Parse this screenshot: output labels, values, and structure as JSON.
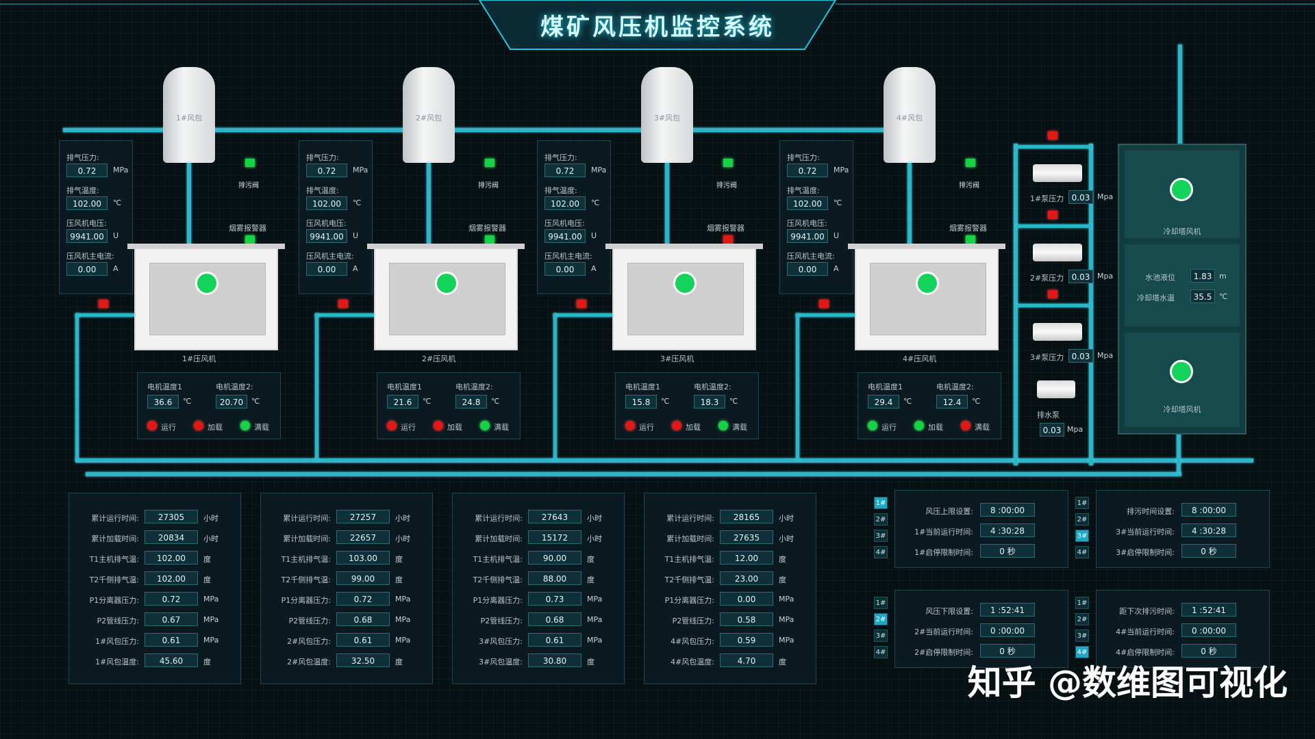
{
  "title": "煤矿风压机监控系统",
  "colors": {
    "accent": "#2bb7c9",
    "alarm_red": "#e01818",
    "ok_green": "#18d246"
  },
  "units": {
    "mpa": "MPa",
    "c": "℃",
    "u": "U",
    "a": "A",
    "hour": "小时",
    "deg": "度",
    "m": "m",
    "mpa_small": "Mpa"
  },
  "labels": {
    "exhaust_pressure": "排气压力:",
    "exhaust_temp": "排气温度:",
    "voltage": "压风机电压:",
    "current": "压风机主电流:",
    "drain_valve": "排污阀",
    "smoke_alarm": "烟雾报警器",
    "motor_temp1": "电机温度1",
    "motor_temp2": "电机温度2:",
    "run": "运行",
    "load": "加载",
    "full": "满载"
  },
  "units_list": [
    {
      "tank": "1#风包",
      "machine": "1#压风机",
      "pressure": "0.72",
      "temp": "102.00",
      "voltage": "9941.00",
      "current": "0.00",
      "smoke": "green",
      "motor_t1": "36.6",
      "motor_t2": "20.70",
      "status": [
        "red",
        "red",
        "green"
      ]
    },
    {
      "tank": "2#风包",
      "machine": "2#压风机",
      "pressure": "0.72",
      "temp": "102.00",
      "voltage": "9941.00",
      "current": "0.00",
      "smoke": "green",
      "motor_t1": "21.6",
      "motor_t2": "24.8",
      "status": [
        "red",
        "red",
        "green"
      ]
    },
    {
      "tank": "3#风包",
      "machine": "3#压风机",
      "pressure": "0.72",
      "temp": "102.00",
      "voltage": "9941.00",
      "current": "0.00",
      "smoke": "red",
      "motor_t1": "15.8",
      "motor_t2": "18.3",
      "status": [
        "red",
        "red",
        "green"
      ]
    },
    {
      "tank": "4#风包",
      "machine": "4#压风机",
      "pressure": "0.72",
      "temp": "102.00",
      "voltage": "9941.00",
      "current": "0.00",
      "smoke": "green",
      "motor_t1": "29.4",
      "motor_t2": "12.4",
      "status": [
        "green",
        "green",
        "red"
      ]
    }
  ],
  "pumps": [
    {
      "label": "1#泵压力",
      "value": "0.03"
    },
    {
      "label": "2#泵压力",
      "value": "0.03"
    },
    {
      "label": "3#泵压力",
      "value": "0.03"
    },
    {
      "label": "排水泵",
      "value": "0.03"
    }
  ],
  "cooling": {
    "fan_label": "冷却塔风机",
    "pool_level_label": "水池液位",
    "pool_level": "1.83",
    "water_temp_label": "冷却塔水温",
    "water_temp": "35.5"
  },
  "stats_labels": [
    "累计运行时间:",
    "累计加载时间:",
    "T1主机排气温:",
    "T2千侧排气温:",
    "P1分离器压力:",
    "P2管线压力:",
    "#风包压力:",
    "#风包温度:"
  ],
  "stats_units": [
    "小时",
    "小时",
    "度",
    "度",
    "MPa",
    "MPa",
    "MPa",
    "度"
  ],
  "stats": [
    {
      "labels": [
        "累计运行时间:",
        "累计加载时间:",
        "T1主机排气温:",
        "T2千侧排气温:",
        "P1分离器压力:",
        "P2管线压力:",
        "1#风包压力:",
        "1#风包温度:"
      ],
      "values": [
        "27305",
        "20834",
        "102.00",
        "102.00",
        "0.72",
        "0.67",
        "0.61",
        "45.60"
      ]
    },
    {
      "labels": [
        "累计运行时间:",
        "累计加载时间:",
        "T1主机排气温:",
        "T2千侧排气温:",
        "P1分离器压力:",
        "P2管线压力:",
        "2#风包压力:",
        "2#风包温度:"
      ],
      "values": [
        "27257",
        "22657",
        "103.00",
        "99.00",
        "0.72",
        "0.68",
        "0.61",
        "32.50"
      ]
    },
    {
      "labels": [
        "累计运行时间:",
        "累计加载时间:",
        "T1主机排气温:",
        "T2千侧排气温:",
        "P1分离器压力:",
        "P2管线压力:",
        "3#风包压力:",
        "3#风包温度:"
      ],
      "values": [
        "27643",
        "15172",
        "90.00",
        "88.00",
        "0.73",
        "0.68",
        "0.61",
        "30.80"
      ]
    },
    {
      "labels": [
        "累计运行时间:",
        "累计加载时间:",
        "T1主机排气温:",
        "T2千侧排气温:",
        "P1分离器压力:",
        "P2管线压力:",
        "4#风包压力:",
        "4#风包温度:"
      ],
      "values": [
        "28165",
        "27635",
        "12.00",
        "23.00",
        "0.00",
        "0.58",
        "0.59",
        "4.70"
      ]
    }
  ],
  "tab_labels": [
    "1#",
    "2#",
    "3#",
    "4#"
  ],
  "control_panels": [
    {
      "active": 0,
      "rows": [
        {
          "label": "风压上限设置:",
          "value": "8 :00:00"
        },
        {
          "label": "1#当前运行时间:",
          "value": "4 :30:28"
        },
        {
          "label": "1#启停限制时间:",
          "value": "0  秒"
        }
      ]
    },
    {
      "active": 2,
      "rows": [
        {
          "label": "排污时间设置:",
          "value": "8 :00:00"
        },
        {
          "label": "3#当前运行时间:",
          "value": "4 :30:28"
        },
        {
          "label": "3#启停限制时间:",
          "value": "0  秒"
        }
      ]
    },
    {
      "active": 1,
      "rows": [
        {
          "label": "风压下限设置:",
          "value": "1 :52:41"
        },
        {
          "label": "2#当前运行时间:",
          "value": "0 :00:00"
        },
        {
          "label": "2#启停限制时间:",
          "value": "0  秒"
        }
      ]
    },
    {
      "active": 3,
      "rows": [
        {
          "label": "距下次排污时间:",
          "value": "1 :52:41"
        },
        {
          "label": "4#当前运行时间:",
          "value": "0 :00:00"
        },
        {
          "label": "4#启停限制时间:",
          "value": "0  秒"
        }
      ]
    }
  ],
  "watermark": "知乎 @数维图可视化"
}
